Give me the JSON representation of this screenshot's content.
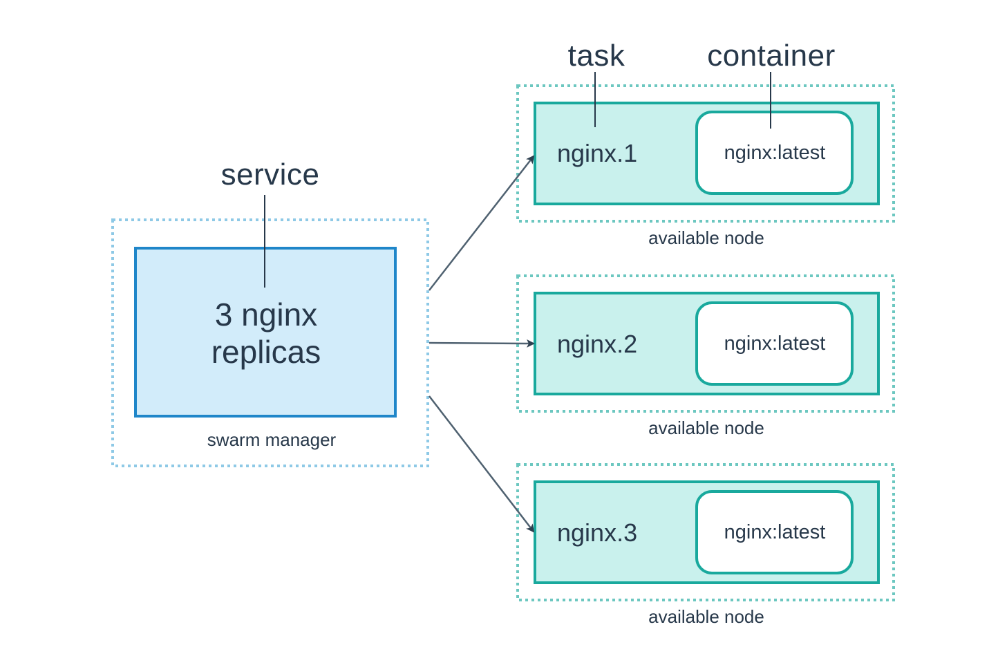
{
  "manager": {
    "callout": "service",
    "service_text_line1": "3 nginx",
    "service_text_line2": "replicas",
    "caption": "swarm manager"
  },
  "callouts": {
    "task": "task",
    "container": "container"
  },
  "nodes": [
    {
      "task": "nginx.1",
      "container": "nginx:latest",
      "caption": "available node"
    },
    {
      "task": "nginx.2",
      "container": "nginx:latest",
      "caption": "available node"
    },
    {
      "task": "nginx.3",
      "container": "nginx:latest",
      "caption": "available node"
    }
  ],
  "colors": {
    "text": "#27384a",
    "service_fill": "#d2ecfa",
    "service_stroke": "#1f86c9",
    "manager_dotted": "#8ec9e6",
    "task_fill": "#c9f1ed",
    "task_stroke": "#19a99d",
    "node_dotted": "#6cc7c0",
    "arrow": "#4f6170"
  }
}
